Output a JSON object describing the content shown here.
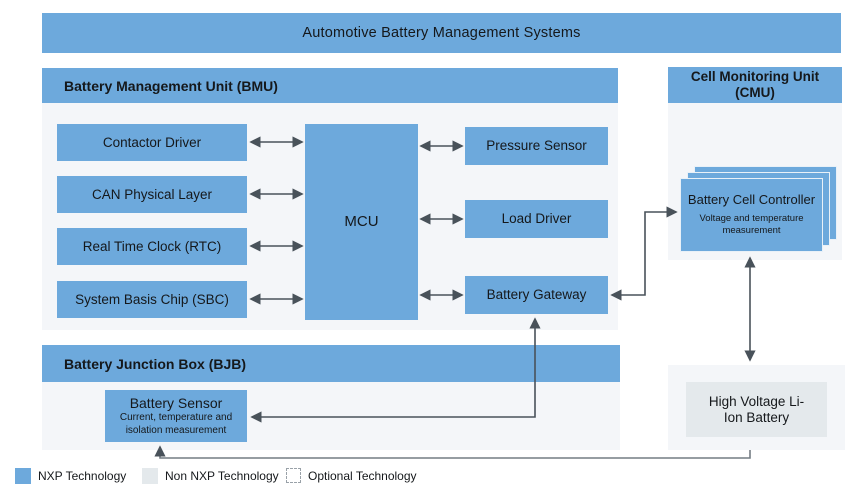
{
  "banner": {
    "title": "Automotive Battery Management Systems"
  },
  "bmu": {
    "title": "Battery Management Unit (BMU)",
    "left_blocks": [
      "Contactor Driver",
      "CAN Physical Layer",
      "Real Time Clock (RTC)",
      "System Basis Chip (SBC)"
    ],
    "center_block": "MCU",
    "right_blocks": [
      "Pressure Sensor",
      "Load Driver",
      "Battery Gateway"
    ]
  },
  "cmu": {
    "title": "Cell Monitoring Unit (CMU)",
    "card": {
      "title": "Battery Cell Controller",
      "subtitle": "Voltage and temperature measurement"
    }
  },
  "bjb": {
    "title": "Battery Junction Box (BJB)",
    "sensor": {
      "title": "Battery Sensor",
      "subtitle": "Current, temperature and isolation measurement"
    }
  },
  "hv_battery": {
    "label": "High Voltage Li-Ion Battery"
  },
  "legend": {
    "items": [
      {
        "label": "NXP Technology"
      },
      {
        "label": "Non NXP Technology"
      },
      {
        "label": "Optional Technology"
      }
    ]
  },
  "colors": {
    "nxp_blue": "#6DA9DC",
    "non_nxp_gray": "#E4E9EC",
    "container_bg": "#F4F6F9",
    "arrow": "#49525A",
    "routed_line": "#747D84"
  }
}
